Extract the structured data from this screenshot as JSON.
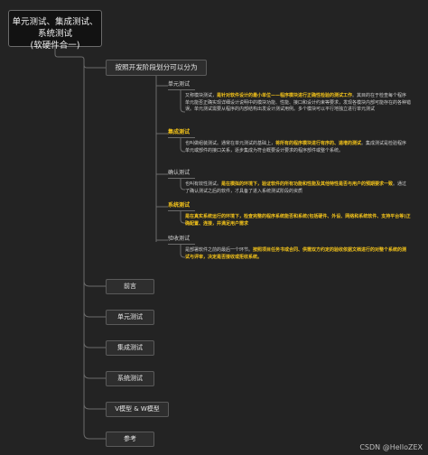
{
  "root": {
    "line1": "单元测试、集成测试、系统测试",
    "line2": "(软硬件合一)"
  },
  "branch": {
    "label": "按照开发阶段划分可以分为"
  },
  "subsections": [
    {
      "tag": "单元测试",
      "highlight": false,
      "desc": [
        {
          "t": "又称模块测试，"
        },
        {
          "t": "是针对软件设计的最小单位——程序模块进行正确性检验的测试工作",
          "y": true
        },
        {
          "t": "。其目的在于检查每个程序单元能否正确实现详细设计说明中的模块功能、性能、接口和设计约束等要求，发现各模块内部可能存在的各种错误。单元测试需要从程序的内部结构出发设计测试用例。多个模块可以平行地独立进行单元测试"
        }
      ]
    },
    {
      "tag": "集成测试",
      "highlight": true,
      "desc": [
        {
          "t": "也叫做组装测试。通常在单元测试的基础上，"
        },
        {
          "t": "将所有的程序模块进行有序的、递增的测试",
          "y": true
        },
        {
          "t": "。集成测试是检验程序单元或部件的接口关系，逐步集成为符合概要设计要求的程序部件或整个系统。"
        }
      ]
    },
    {
      "tag": "确认测试",
      "highlight": false,
      "desc": [
        {
          "t": "也叫有效性测试。"
        },
        {
          "t": "是在模拟的环境下，验证软件的所有功能和性能及其他特性是否与用户的预期要求一致",
          "y": true
        },
        {
          "t": "。通过了确认测试之后的软件，才具备了进入系统测试阶段的资质"
        }
      ]
    },
    {
      "tag": "系统测试",
      "highlight": true,
      "desc": [
        {
          "t": "是在真实系统运行的环境下，检查完整的程序系统能否和系统(包括硬件、外设、网络和系统软件、支持平台等)正确配置、连接，并满足用户需求",
          "y": true
        }
      ]
    },
    {
      "tag": "验收测试",
      "highlight": false,
      "desc": [
        {
          "t": "是部署软件之前的最后一个环节。"
        },
        {
          "t": "按照项目任务书或合同、供需双方约定的验收依据文档进行的对整个系统的测试与评审，决定是否接收或拒收系统。",
          "y": true
        }
      ]
    }
  ],
  "bottom_nodes": [
    "前言",
    "单元测试",
    "集成测试",
    "系统测试",
    "V模型 & W模型",
    "参考"
  ],
  "watermark": "CSDN @HelloZEX",
  "colors": {
    "background": "#232323",
    "highlight": "#f2c21a",
    "line": "#6b6b6b"
  }
}
